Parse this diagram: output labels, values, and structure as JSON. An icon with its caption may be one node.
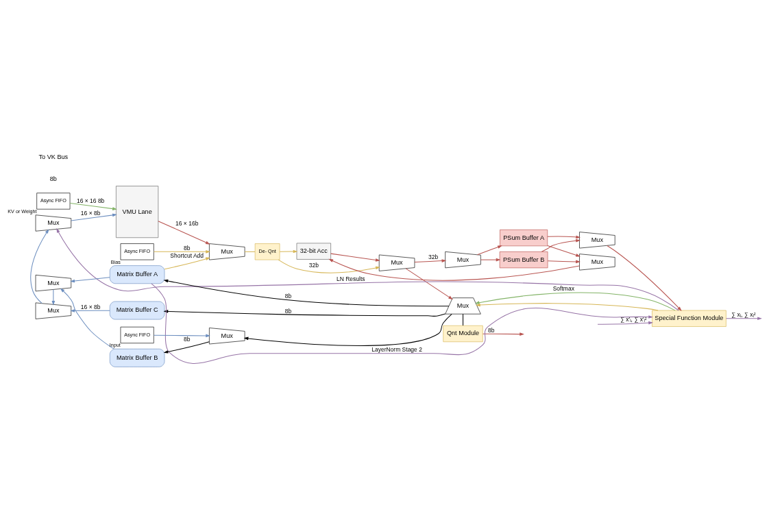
{
  "diagram": {
    "nodes": [
      {
        "text": [
          "Async FIFO"
        ],
        "beside": [
          "KV or Weight"
        ]
      },
      {
        "text": [
          "Async FIFO"
        ],
        "beside": [
          "Bias"
        ]
      },
      {
        "text": [
          "Mux"
        ]
      },
      {
        "text": [
          "VMU Lane"
        ]
      },
      {
        "text": [
          "Mux"
        ]
      },
      {
        "text": [
          "De- Qnt"
        ]
      },
      {
        "text": [
          "32-bit Acc"
        ]
      },
      {
        "text": [
          "Mux"
        ]
      },
      {
        "text": [
          "Mux"
        ]
      },
      {
        "text": [
          "PSum Buffer A"
        ]
      },
      {
        "text": [
          "PSum Buffer B"
        ]
      },
      {
        "text": [
          "Mux"
        ]
      },
      {
        "text": [
          "Mux"
        ]
      },
      {
        "text": [
          "Special Function Module"
        ]
      },
      {
        "text": [
          "Mux"
        ]
      },
      {
        "text": [
          "Qnt Module"
        ]
      },
      {
        "text": [
          "Matrix Buffer A"
        ]
      },
      {
        "text": [
          "Matrix Buffer B"
        ]
      },
      {
        "text": [
          "Matrix Buffer C"
        ]
      },
      {
        "text": [
          "Mux"
        ]
      },
      {
        "text": [
          "Mux"
        ]
      },
      {
        "text": [
          "Mux"
        ]
      },
      {
        "text": [
          "Async FIFO"
        ],
        "beside": [
          "Input"
        ]
      }
    ],
    "edges": [
      {
        "from": 0,
        "to": 3,
        "arrow": "to",
        "label": "16 × 16 8b",
        "color": "#82b366"
      },
      {
        "from": 1,
        "to": 4,
        "arrow": "to",
        "label": "8b",
        "color": "#d6b656"
      },
      {
        "from": 3,
        "to": 4,
        "arrow": "to",
        "label": "16 × 16b"
      },
      {
        "from": 16,
        "to": 4,
        "arrow": "to",
        "label": "Shortcut Add",
        "color": "#d6b656"
      },
      {
        "from": 4,
        "to": 5,
        "arrow": "none",
        "color": "#d6b656"
      },
      {
        "from": 5,
        "to": 6,
        "arrow": "to",
        "color": "#d6b656"
      },
      {
        "from": 5,
        "to": 7,
        "arrow": "to",
        "label": "32b",
        "color": "#d6b656"
      },
      {
        "from": 6,
        "to": 7,
        "arrow": "to"
      },
      {
        "from": 7,
        "to": 8,
        "arrow": "to",
        "label": "32b"
      },
      {
        "from": 7,
        "to": 14,
        "arrow": "to"
      },
      {
        "from": 8,
        "to": 9,
        "arrow": "to"
      },
      {
        "from": 8,
        "to": 10,
        "arrow": "to"
      },
      {
        "from": 9,
        "to": 11,
        "arrow": "to"
      },
      {
        "from": 9,
        "to": 12,
        "arrow": "to"
      },
      {
        "from": 10,
        "to": 11,
        "arrow": "to"
      },
      {
        "from": 10,
        "to": 12,
        "arrow": "to"
      },
      {
        "from": 11,
        "to": 6,
        "arrow": "to"
      },
      {
        "from": 12,
        "to": 13,
        "arrow": "to"
      },
      {
        "from": 13,
        "to": 2,
        "arrow": "to",
        "label": "LN Results",
        "color": "#9673a6"
      },
      {
        "from": null,
        "to": 13,
        "arrow": "to",
        "label": "∑ x′ᵢ, ∑ x′ᵢ²",
        "color": "#9673a6"
      },
      {
        "from": 13,
        "to": null,
        "arrow": "to",
        "label": "∑ xᵢ, ∑ xᵢ²",
        "color": "#9673a6"
      },
      {
        "from": 16,
        "to": 13,
        "arrow": "to",
        "label": "LayerNorm Stage 2",
        "color": "#9673a6"
      },
      {
        "from": 13,
        "to": 14,
        "arrow": "to",
        "label": "Softmax",
        "color": "#82b366"
      },
      {
        "from": 13,
        "to": 14,
        "arrow": "to",
        "color": "#d6b656"
      },
      {
        "from": 14,
        "to": 15,
        "arrow": "none",
        "color": "#000000"
      },
      {
        "from": 14,
        "to": 16,
        "arrow": "to",
        "label": "8b",
        "color": "#000000"
      },
      {
        "from": 14,
        "to": 21,
        "arrow": "to",
        "color": "#000000"
      },
      {
        "from": 14,
        "to": 18,
        "arrow": "to",
        "label": "8b",
        "color": "#000000"
      },
      {
        "from": 21,
        "to": 17,
        "arrow": "to",
        "label": "8b",
        "color": "#000000"
      },
      {
        "from": 22,
        "to": 21,
        "arrow": "to",
        "color": "#6c8ebf"
      },
      {
        "from": 15,
        "to": null,
        "arrow": "to",
        "label": "8b"
      },
      {
        "from": 16,
        "to": 19,
        "arrow": "to",
        "color": "#6c8ebf"
      },
      {
        "from": 17,
        "to": 19,
        "arrow": "to",
        "color": "#6c8ebf"
      },
      {
        "from": 19,
        "to": 20,
        "arrow": "to",
        "color": "#6c8ebf"
      },
      {
        "from": 18,
        "to": 20,
        "arrow": "to",
        "label": "16 × 8b",
        "color": "#6c8ebf"
      },
      {
        "from": 20,
        "to": 2,
        "arrow": "to",
        "color": "#6c8ebf"
      },
      {
        "from": 2,
        "to": 3,
        "arrow": "to",
        "label": "16 × 8b",
        "color": "#6c8ebf"
      }
    ],
    "labels": [
      "8b",
      "To VK Bus"
    ]
  }
}
